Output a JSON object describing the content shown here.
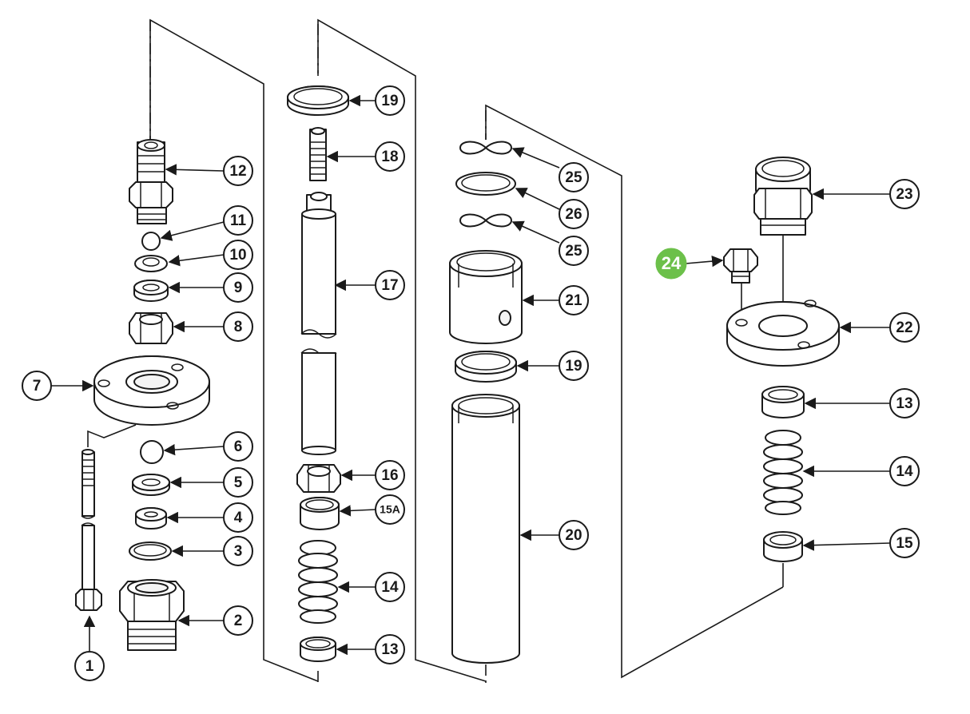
{
  "accent_color": "#6cc04a",
  "callouts": [
    {
      "id": "c1",
      "label": "1"
    },
    {
      "id": "c2",
      "label": "2"
    },
    {
      "id": "c3",
      "label": "3"
    },
    {
      "id": "c4",
      "label": "4"
    },
    {
      "id": "c5",
      "label": "5"
    },
    {
      "id": "c6",
      "label": "6"
    },
    {
      "id": "c7",
      "label": "7"
    },
    {
      "id": "c8",
      "label": "8"
    },
    {
      "id": "c9",
      "label": "9"
    },
    {
      "id": "c10",
      "label": "10"
    },
    {
      "id": "c11",
      "label": "11"
    },
    {
      "id": "c12",
      "label": "12"
    },
    {
      "id": "c13a",
      "label": "13"
    },
    {
      "id": "c14a",
      "label": "14"
    },
    {
      "id": "c15a",
      "label": "15A"
    },
    {
      "id": "c16",
      "label": "16"
    },
    {
      "id": "c17",
      "label": "17"
    },
    {
      "id": "c18",
      "label": "18"
    },
    {
      "id": "c19a",
      "label": "19"
    },
    {
      "id": "c20",
      "label": "20"
    },
    {
      "id": "c21",
      "label": "21"
    },
    {
      "id": "c19b",
      "label": "19"
    },
    {
      "id": "c25a",
      "label": "25"
    },
    {
      "id": "c26",
      "label": "26"
    },
    {
      "id": "c25b",
      "label": "25"
    },
    {
      "id": "c22",
      "label": "22"
    },
    {
      "id": "c23",
      "label": "23"
    },
    {
      "id": "c24",
      "label": "24",
      "highlight": true
    },
    {
      "id": "c13b",
      "label": "13"
    },
    {
      "id": "c14b",
      "label": "14"
    },
    {
      "id": "c15b",
      "label": "15"
    }
  ]
}
